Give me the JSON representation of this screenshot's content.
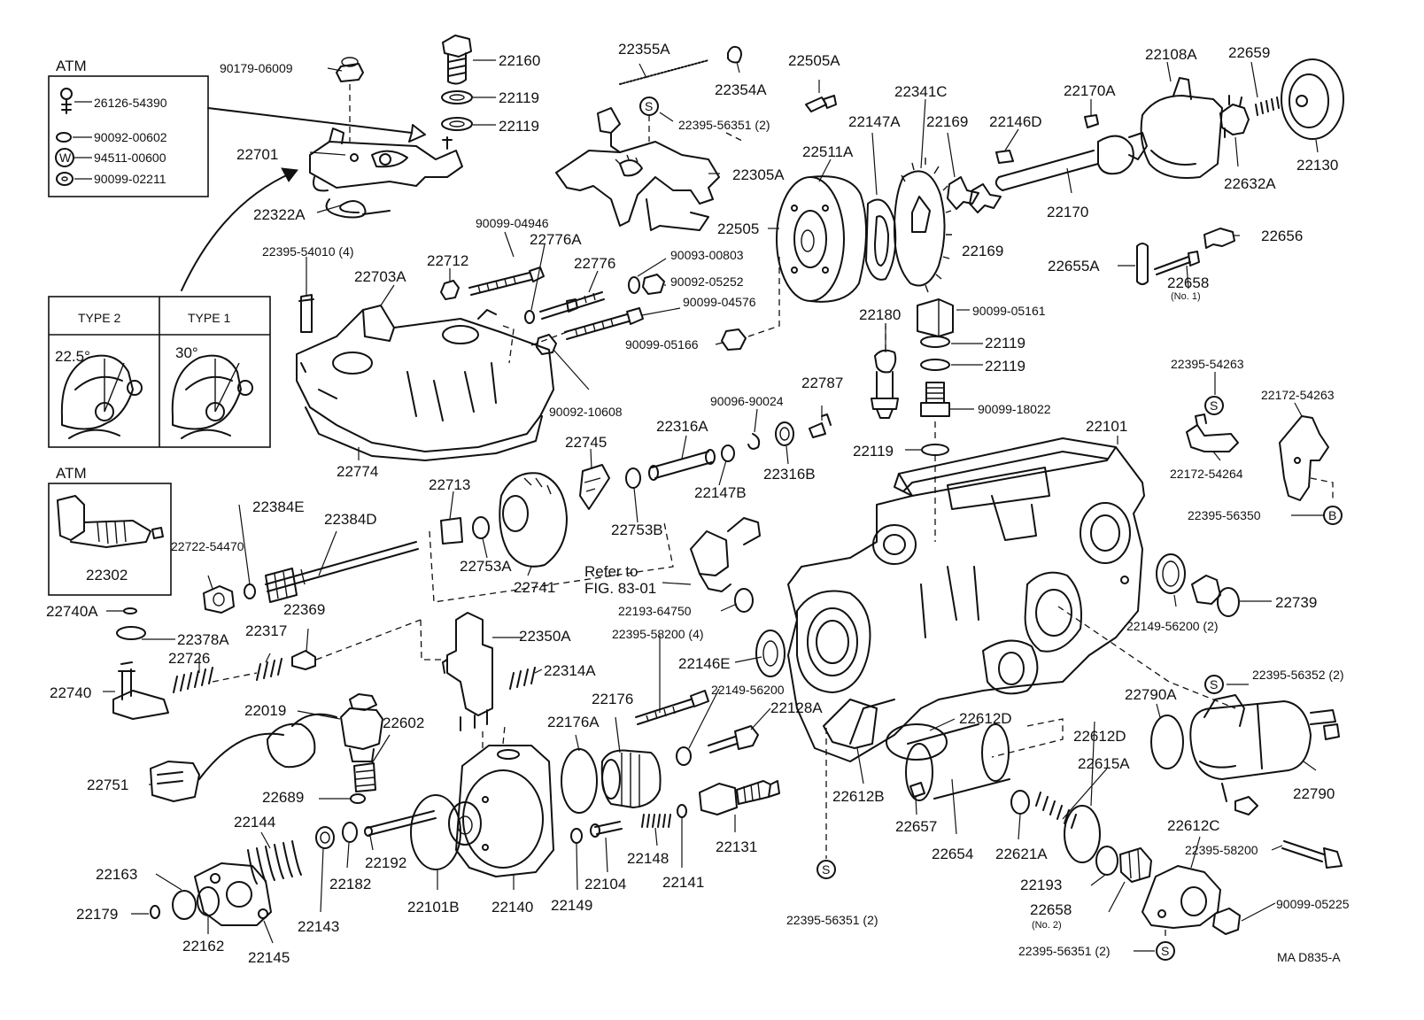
{
  "labels": [
    {
      "id": "atm-title-1",
      "text": "ATM"
    },
    {
      "id": "26126-54390",
      "text": "26126-54390"
    },
    {
      "id": "90092-00602",
      "text": "90092-00602"
    },
    {
      "id": "94511-00600",
      "text": "94511-00600"
    },
    {
      "id": "90099-02211",
      "text": "90099-02211"
    },
    {
      "id": "90179-06009",
      "text": "90179-06009"
    },
    {
      "id": "22701",
      "text": "22701"
    },
    {
      "id": "22322A",
      "text": "22322A"
    },
    {
      "id": "22160",
      "text": "22160"
    },
    {
      "id": "22119-a",
      "text": "22119"
    },
    {
      "id": "22119-b",
      "text": "22119"
    },
    {
      "id": "22355A",
      "text": "22355A"
    },
    {
      "id": "22354A",
      "text": "22354A"
    },
    {
      "id": "22395-56351-top",
      "text": "22395-56351 (2)"
    },
    {
      "id": "22305A",
      "text": "22305A"
    },
    {
      "id": "22505A",
      "text": "22505A"
    },
    {
      "id": "22341C",
      "text": "22341C"
    },
    {
      "id": "22511A",
      "text": "22511A"
    },
    {
      "id": "22147A",
      "text": "22147A"
    },
    {
      "id": "22169-a",
      "text": "22169"
    },
    {
      "id": "22169-b",
      "text": "22169"
    },
    {
      "id": "22146D",
      "text": "22146D"
    },
    {
      "id": "22505",
      "text": "22505"
    },
    {
      "id": "22170A",
      "text": "22170A"
    },
    {
      "id": "22170",
      "text": "22170"
    },
    {
      "id": "22108A",
      "text": "22108A"
    },
    {
      "id": "22659",
      "text": "22659"
    },
    {
      "id": "22130",
      "text": "22130"
    },
    {
      "id": "22632A",
      "text": "22632A"
    },
    {
      "id": "22656",
      "text": "22656"
    },
    {
      "id": "22655A",
      "text": "22655A"
    },
    {
      "id": "22658-1",
      "text": "22658"
    },
    {
      "id": "22658-1-note",
      "text": "(No. 1)"
    },
    {
      "id": "22395-54010",
      "text": "22395-54010 (4)"
    },
    {
      "id": "90099-04946",
      "text": "90099-04946"
    },
    {
      "id": "22776A",
      "text": "22776A"
    },
    {
      "id": "22712",
      "text": "22712"
    },
    {
      "id": "22776",
      "text": "22776"
    },
    {
      "id": "90093-00803",
      "text": "90093-00803"
    },
    {
      "id": "90092-05252",
      "text": "90092-05252"
    },
    {
      "id": "90099-04576",
      "text": "90099-04576"
    },
    {
      "id": "22703A",
      "text": "22703A"
    },
    {
      "id": "90099-05166",
      "text": "90099-05166"
    },
    {
      "id": "90092-10608",
      "text": "90092-10608"
    },
    {
      "id": "type-2",
      "text": "TYPE 2"
    },
    {
      "id": "type-1",
      "text": "TYPE 1"
    },
    {
      "id": "angle-22-5",
      "text": "22.5°"
    },
    {
      "id": "angle-30",
      "text": "30°"
    },
    {
      "id": "22774",
      "text": "22774"
    },
    {
      "id": "atm-title-2",
      "text": "ATM"
    },
    {
      "id": "22302",
      "text": "22302"
    },
    {
      "id": "22722-54470",
      "text": "22722-54470"
    },
    {
      "id": "22384E",
      "text": "22384E"
    },
    {
      "id": "22384D",
      "text": "22384D"
    },
    {
      "id": "22740A",
      "text": "22740A"
    },
    {
      "id": "22378A",
      "text": "22378A"
    },
    {
      "id": "22369",
      "text": "22369"
    },
    {
      "id": "22317",
      "text": "22317"
    },
    {
      "id": "22726",
      "text": "22726"
    },
    {
      "id": "22740",
      "text": "22740"
    },
    {
      "id": "22180",
      "text": "22180"
    },
    {
      "id": "90099-05161",
      "text": "90099-05161"
    },
    {
      "id": "22119-c",
      "text": "22119"
    },
    {
      "id": "22119-d",
      "text": "22119"
    },
    {
      "id": "22787",
      "text": "22787"
    },
    {
      "id": "90096-90024",
      "text": "90096-90024"
    },
    {
      "id": "90099-18022",
      "text": "90099-18022"
    },
    {
      "id": "22119-e",
      "text": "22119"
    },
    {
      "id": "22101",
      "text": "22101"
    },
    {
      "id": "22395-54263",
      "text": "22395-54263"
    },
    {
      "id": "22172-54263",
      "text": "22172-54263"
    },
    {
      "id": "22172-54264",
      "text": "22172-54264"
    },
    {
      "id": "22395-56350",
      "text": "22395-56350"
    },
    {
      "id": "22745",
      "text": "22745"
    },
    {
      "id": "22316A",
      "text": "22316A"
    },
    {
      "id": "22316B",
      "text": "22316B"
    },
    {
      "id": "22147B",
      "text": "22147B"
    },
    {
      "id": "22713",
      "text": "22713"
    },
    {
      "id": "22753B",
      "text": "22753B"
    },
    {
      "id": "22753A",
      "text": "22753A"
    },
    {
      "id": "22741",
      "text": "22741"
    },
    {
      "id": "refer-to",
      "text": "Refer to"
    },
    {
      "id": "fig-83-01",
      "text": "FIG. 83-01"
    },
    {
      "id": "22193-64750",
      "text": "22193-64750"
    },
    {
      "id": "22739",
      "text": "22739"
    },
    {
      "id": "22149-56200-r",
      "text": "22149-56200 (2)"
    },
    {
      "id": "22395-56352",
      "text": "22395-56352 (2)"
    },
    {
      "id": "22350A",
      "text": "22350A"
    },
    {
      "id": "22314A",
      "text": "22314A"
    },
    {
      "id": "22395-58200-4",
      "text": "22395-58200 (4)"
    },
    {
      "id": "22146E",
      "text": "22146E"
    },
    {
      "id": "22149-56200",
      "text": "22149-56200"
    },
    {
      "id": "22128A",
      "text": "22128A"
    },
    {
      "id": "22176",
      "text": "22176"
    },
    {
      "id": "22176A",
      "text": "22176A"
    },
    {
      "id": "22612D-a",
      "text": "22612D"
    },
    {
      "id": "22612D-b",
      "text": "22612D"
    },
    {
      "id": "22790A",
      "text": "22790A"
    },
    {
      "id": "22790",
      "text": "22790"
    },
    {
      "id": "22019",
      "text": "22019"
    },
    {
      "id": "22602",
      "text": "22602"
    },
    {
      "id": "22751",
      "text": "22751"
    },
    {
      "id": "22689",
      "text": "22689"
    },
    {
      "id": "22144",
      "text": "22144"
    },
    {
      "id": "22612B",
      "text": "22612B"
    },
    {
      "id": "22615A",
      "text": "22615A"
    },
    {
      "id": "22657",
      "text": "22657"
    },
    {
      "id": "22654",
      "text": "22654"
    },
    {
      "id": "22621A",
      "text": "22621A"
    },
    {
      "id": "22131",
      "text": "22131"
    },
    {
      "id": "22148",
      "text": "22148"
    },
    {
      "id": "22141",
      "text": "22141"
    },
    {
      "id": "22104",
      "text": "22104"
    },
    {
      "id": "22149",
      "text": "22149"
    },
    {
      "id": "22140",
      "text": "22140"
    },
    {
      "id": "22101B",
      "text": "22101B"
    },
    {
      "id": "22192",
      "text": "22192"
    },
    {
      "id": "22182",
      "text": "22182"
    },
    {
      "id": "22143",
      "text": "22143"
    },
    {
      "id": "22163",
      "text": "22163"
    },
    {
      "id": "22179",
      "text": "22179"
    },
    {
      "id": "22162",
      "text": "22162"
    },
    {
      "id": "22145",
      "text": "22145"
    },
    {
      "id": "22612C",
      "text": "22612C"
    },
    {
      "id": "22395-58200",
      "text": "22395-58200"
    },
    {
      "id": "90099-05225",
      "text": "90099-05225"
    },
    {
      "id": "22193",
      "text": "22193"
    },
    {
      "id": "22658-2",
      "text": "22658"
    },
    {
      "id": "22658-2-note",
      "text": "(No. 2)"
    },
    {
      "id": "22395-56351-b",
      "text": "22395-56351 (2)"
    },
    {
      "id": "22395-56351-c",
      "text": "22395-56351 (2)"
    },
    {
      "id": "ref-code",
      "text": "MA  D835-A"
    }
  ],
  "symbols": {
    "s": "S",
    "w": "W",
    "b": "B"
  }
}
